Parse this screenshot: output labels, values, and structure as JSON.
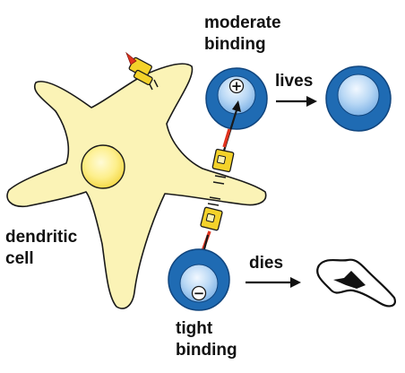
{
  "labels": {
    "top_cell_line1": "moderate",
    "top_cell_line2": "binding",
    "bottom_cell_line1": "tight",
    "bottom_cell_line2": "binding",
    "outcome_top": "lives",
    "outcome_bottom": "dies",
    "dendritic_line1": "dendritic",
    "dendritic_line2": "cell"
  },
  "signs": {
    "top": "+",
    "bottom": "−"
  },
  "colors": {
    "dendritic_fill": "#fbf3b6",
    "nucleus_fill": "#fdee8a",
    "tcell_ring": "#1f6bb3",
    "tcell_core": "#bfdcf7",
    "receptor_yellow": "#f4d22a",
    "peptide_red": "#e0321e",
    "outline": "#1a1a1a"
  },
  "icons": [
    "right-arrow-icon",
    "plus-sign-icon",
    "minus-sign-icon",
    "dead-cell-icon"
  ]
}
